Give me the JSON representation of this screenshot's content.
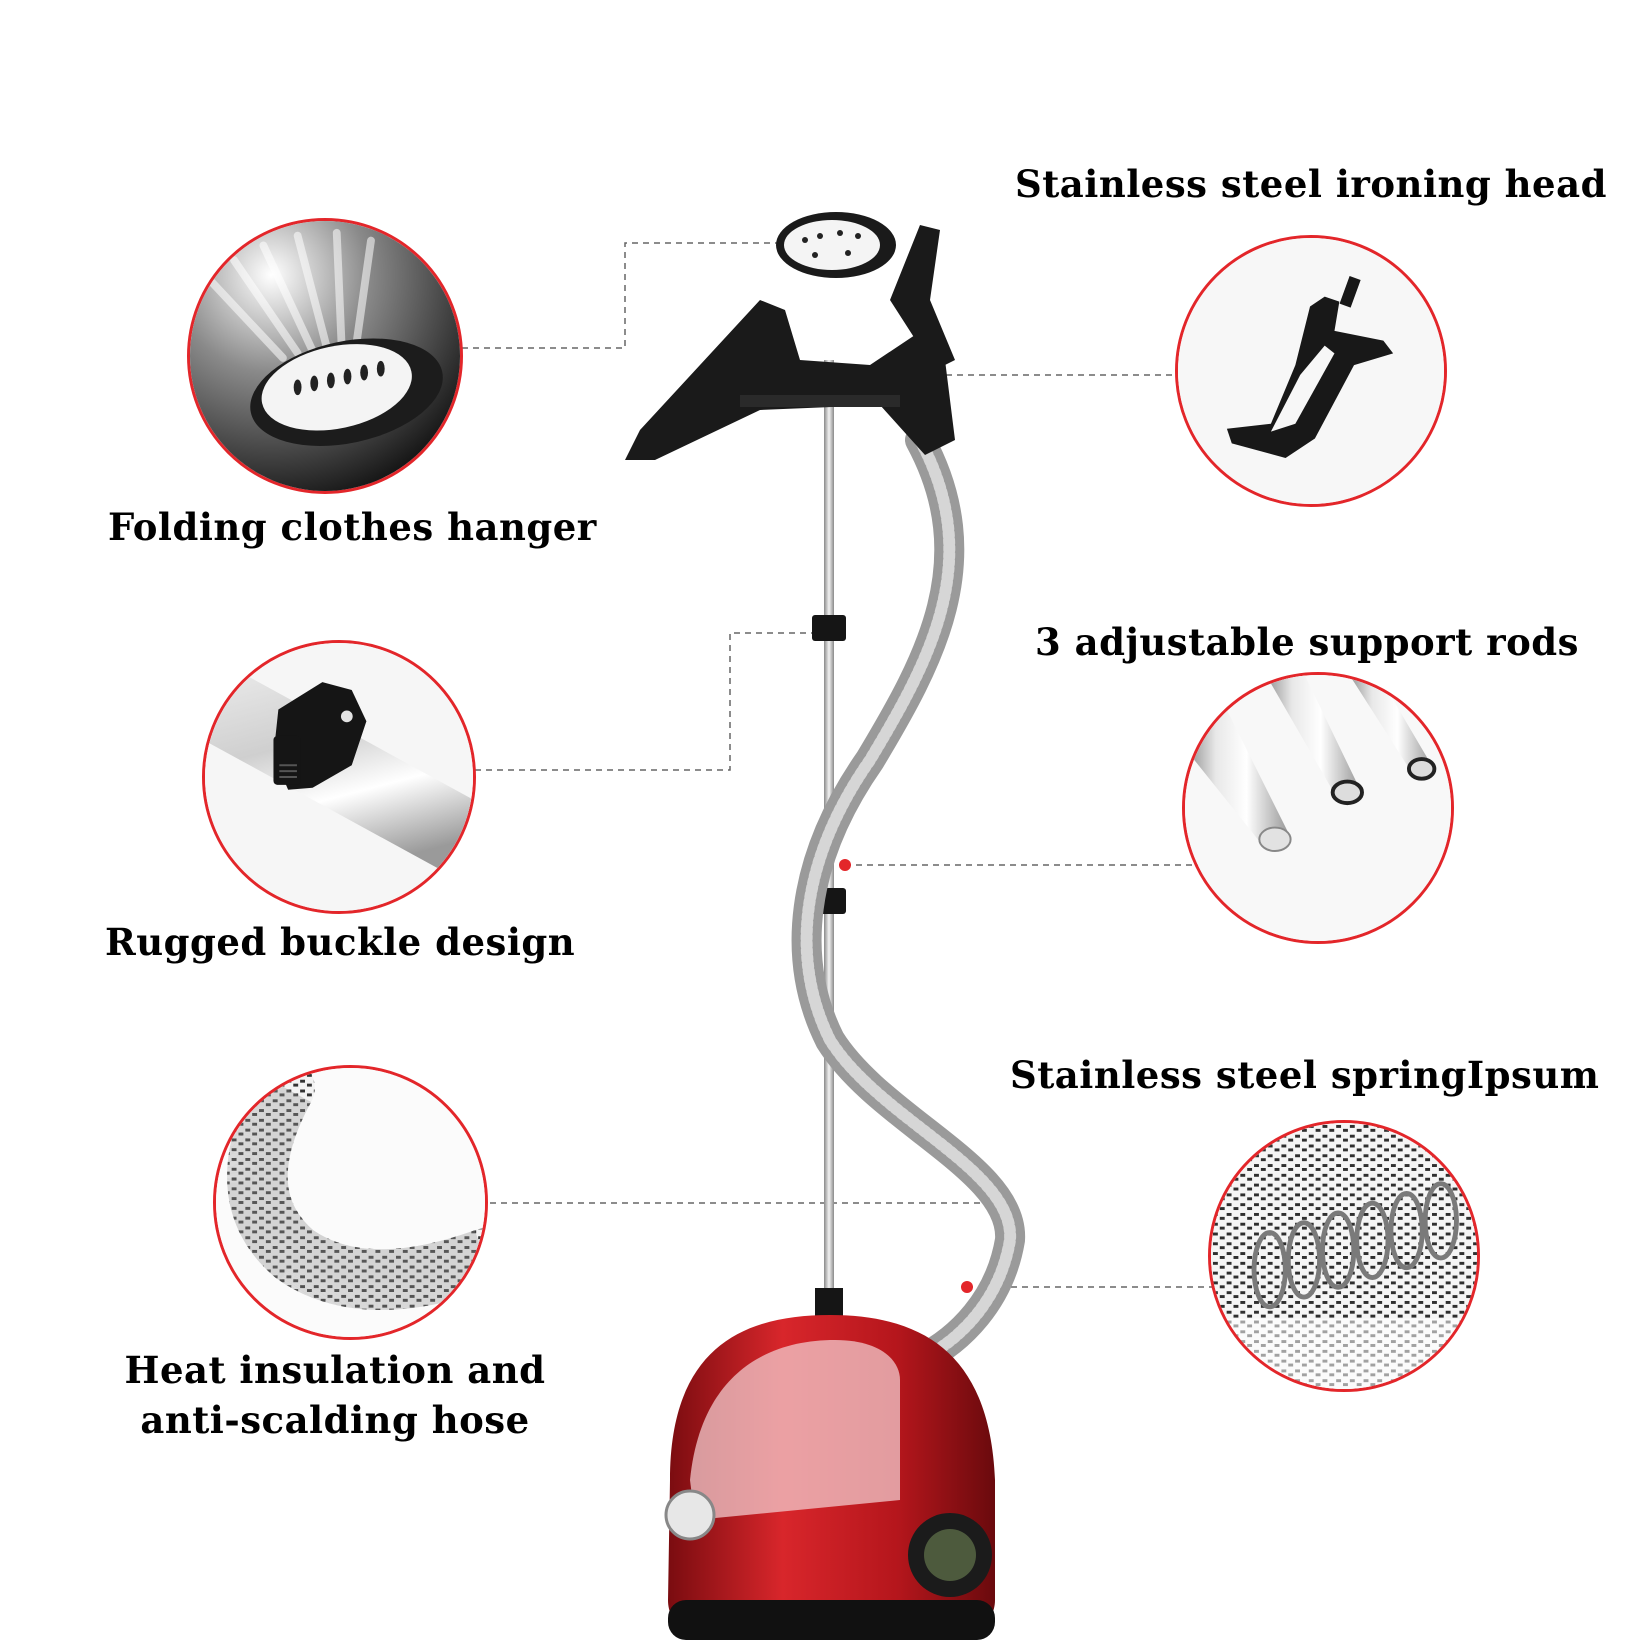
{
  "features": {
    "left": [
      {
        "id": "folding-hanger",
        "label": "Folding clothes hanger",
        "icon": "steam-head-icon"
      },
      {
        "id": "buckle",
        "label": "Rugged buckle design",
        "icon": "buckle-clip-icon"
      },
      {
        "id": "hose",
        "label_line1": "Heat insulation and",
        "label_line2": "anti-scalding hose",
        "icon": "braided-hose-icon"
      }
    ],
    "right": [
      {
        "id": "ironing-head",
        "label": "Stainless steel ironing head",
        "icon": "hanger-hook-icon"
      },
      {
        "id": "support-rods",
        "label": "3 adjustable support rods",
        "icon": "support-rods-icon"
      },
      {
        "id": "spring",
        "label": "Stainless steel springIpsum",
        "icon": "steel-spring-icon"
      }
    ]
  },
  "colors": {
    "accent_red": "#e3262a",
    "steamer_body": "#b5161c",
    "hanger_black": "#1a1a1a",
    "pole_silver": "#c9c9c9",
    "leader_line": "#666666"
  }
}
